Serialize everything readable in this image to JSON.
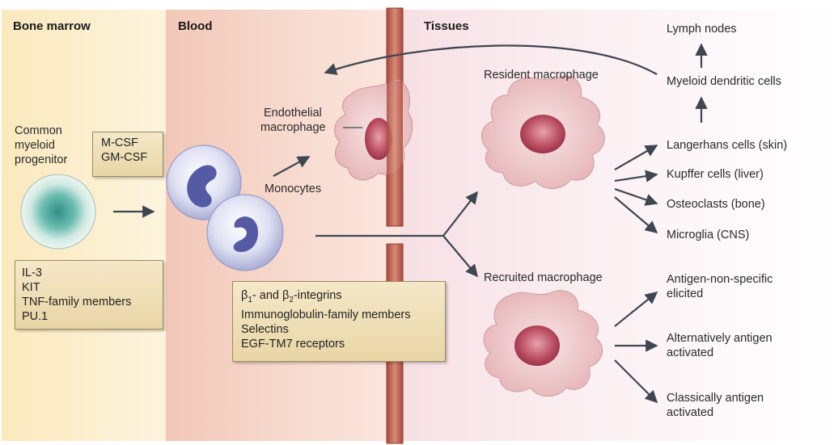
{
  "headers": {
    "bone_marrow": "Bone marrow",
    "blood": "Blood",
    "tissues": "Tissues"
  },
  "progenitor_label": [
    "Common",
    "myeloid",
    "progenitor"
  ],
  "csf_box": [
    "M-CSF",
    "GM-CSF"
  ],
  "factor_box": [
    "IL-3",
    "KIT",
    "TNF-family members",
    "PU.1"
  ],
  "integrin_box": {
    "beta1": "β",
    "sub1": "1",
    "and_beta2": "- and β",
    "sub2": "2",
    "integrins": "-integrins",
    "lines": [
      "Immunoglobulin-family members",
      "Selectins",
      "EGF-TM7 receptors"
    ]
  },
  "endothelial_label": [
    "Endothelial",
    "macrophage"
  ],
  "monocytes_label": "Monocytes",
  "resident_label": "Resident macrophage",
  "recruited_label": "Recruited macrophage",
  "dendritic_chain": [
    "Lymph nodes",
    "Myeloid dendritic cells"
  ],
  "resident_types": [
    "Langerhans cells (skin)",
    "Kupffer cells (liver)",
    "Osteoclasts (bone)",
    "Microglia (CNS)"
  ],
  "recruited_types": [
    [
      "Antigen-non-specific",
      "elicited"
    ],
    [
      "Alternatively antigen",
      "activated"
    ],
    [
      "Classically antigen",
      "activated"
    ]
  ],
  "colors": {
    "arrow": "#3e4651",
    "vessel": "#c96c5a",
    "macrophage": "#f0cccd",
    "nucleus": "#b1475a"
  }
}
